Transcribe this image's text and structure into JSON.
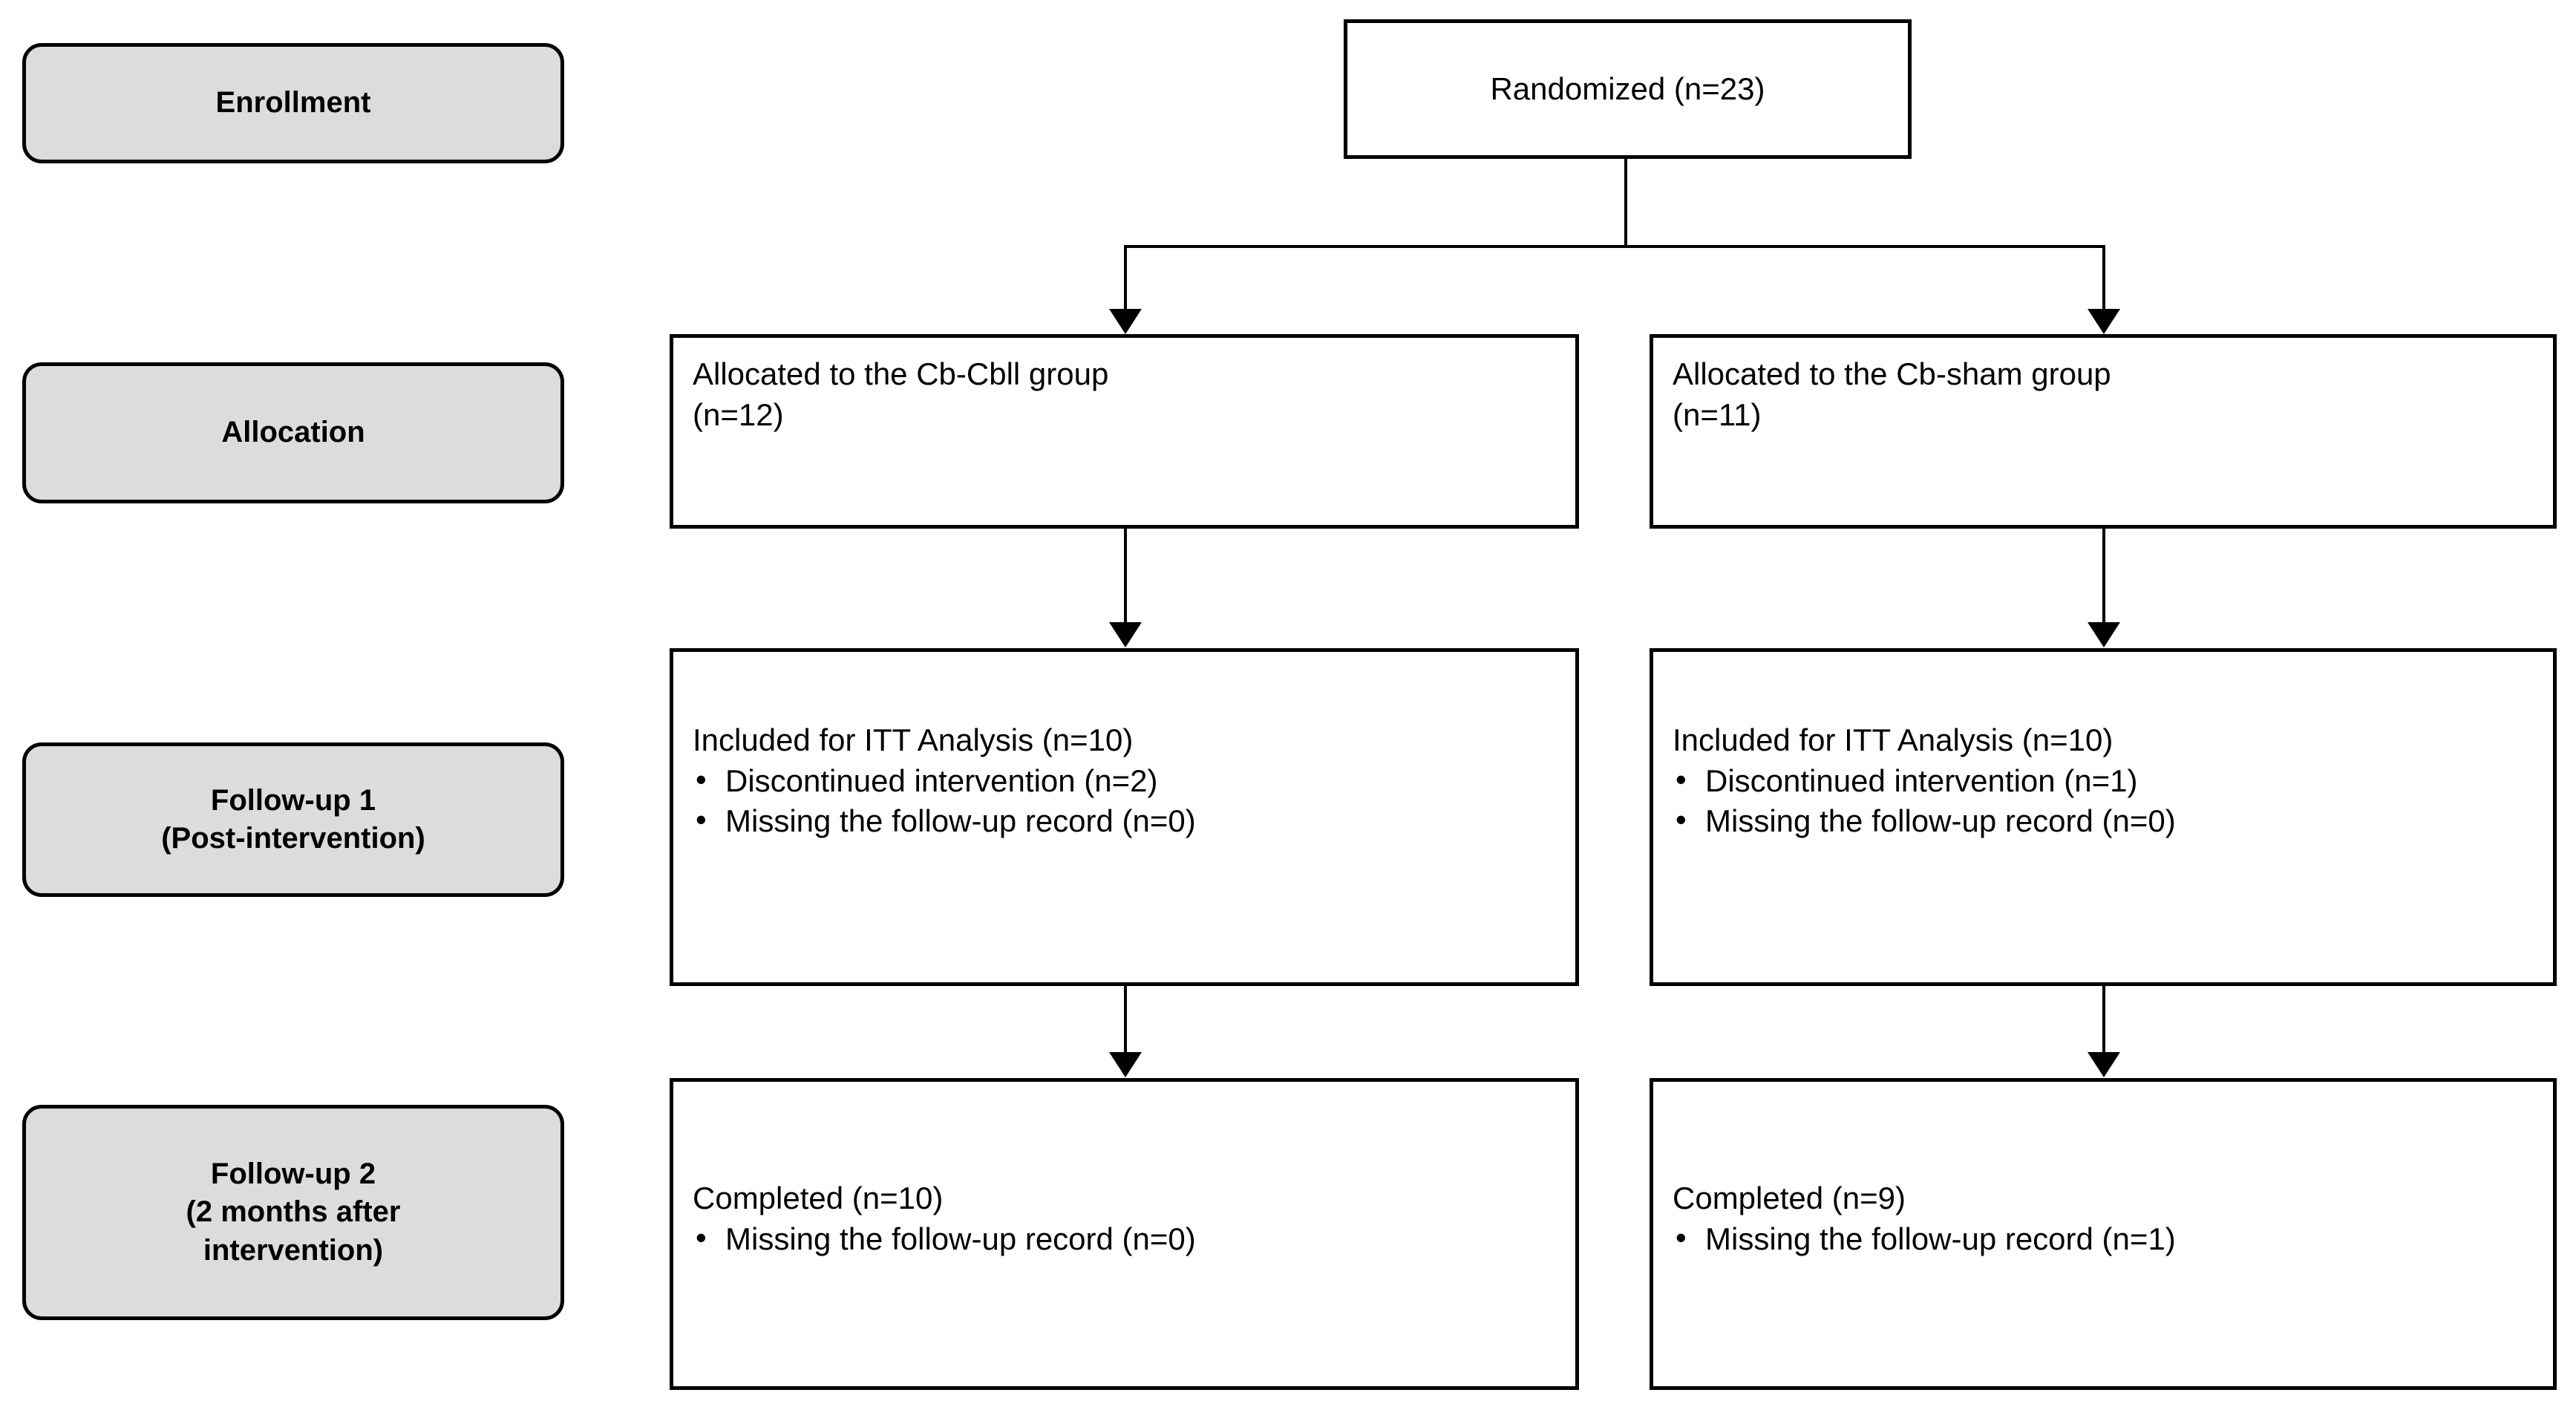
{
  "diagram": {
    "title": "CONSORT participant flow diagram",
    "background_color": "#ffffff",
    "line_color": "#000000",
    "stage_fill_color": "#dcdcdc",
    "box_fill_color": "#ffffff"
  },
  "stages": [
    {
      "id": "enrollment",
      "label": "Enrollment"
    },
    {
      "id": "allocation",
      "label": "Allocation"
    },
    {
      "id": "followup1",
      "label_line1": "Follow-up 1",
      "label_line2": "(Post-intervention)"
    },
    {
      "id": "followup2",
      "label_line1": "Follow-up 2",
      "label_line2": "(2 months after",
      "label_line3": "intervention)"
    }
  ],
  "nodes": {
    "randomized": {
      "text": "Randomized (n=23)",
      "n": 23
    },
    "allocation_left": {
      "line1": "Allocated to the Cb-Cbll group",
      "line2": "(n=12)",
      "n": 12
    },
    "allocation_right": {
      "line1": "Allocated to the Cb-sham group",
      "line2": "(n=11)",
      "n": 11
    },
    "itt_left": {
      "headline": "Included for ITT Analysis (n=10)",
      "n": 10,
      "bullets": [
        "Discontinued intervention (n=2)",
        "Missing the follow-up record (n=0)"
      ]
    },
    "itt_right": {
      "headline": "Included for ITT Analysis (n=10)",
      "n": 10,
      "bullets": [
        "Discontinued intervention (n=1)",
        "Missing the follow-up record (n=0)"
      ]
    },
    "completed_left": {
      "headline": "Completed (n=10)",
      "n": 10,
      "bullets": [
        "Missing the follow-up record (n=0)"
      ]
    },
    "completed_right": {
      "headline": "Completed (n=9)",
      "n": 9,
      "bullets": [
        "Missing the follow-up record (n=1)"
      ]
    }
  },
  "chart_data": {
    "type": "diagram",
    "title": "CONSORT flow diagram",
    "arms": [
      "Cb-Cbll",
      "Cb-sham"
    ],
    "stages": [
      "Enrollment",
      "Allocation",
      "Follow-up 1 (Post-intervention)",
      "Follow-up 2 (2 months after intervention)"
    ],
    "randomized_total": 23,
    "allocated": {
      "Cb-Cbll": 12,
      "Cb-sham": 11
    },
    "itt_included": {
      "Cb-Cbll": 10,
      "Cb-sham": 10
    },
    "itt_discontinued": {
      "Cb-Cbll": 2,
      "Cb-sham": 1
    },
    "itt_missing_record": {
      "Cb-Cbll": 0,
      "Cb-sham": 0
    },
    "completed": {
      "Cb-Cbll": 10,
      "Cb-sham": 9
    },
    "completed_missing_record": {
      "Cb-Cbll": 0,
      "Cb-sham": 1
    }
  }
}
